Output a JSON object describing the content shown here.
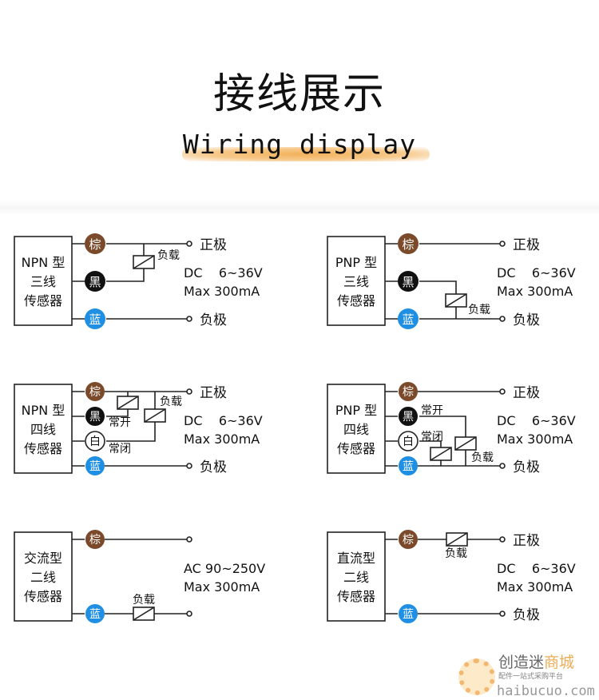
{
  "header": {
    "title": "接线展示",
    "subtitle": "Wiring display"
  },
  "colors": {
    "brown": "#7b4a2b",
    "black": "#111111",
    "white": "#ffffff",
    "blue": "#1e8fe2",
    "accent": "#f3b15a"
  },
  "wire_labels": {
    "brown": "棕",
    "black": "黑",
    "white": "白",
    "blue": "蓝"
  },
  "common": {
    "positive": "正极",
    "negative": "负极",
    "load": "负载",
    "no": "常开",
    "nc": "常闭"
  },
  "panels": [
    {
      "lines": [
        "NPN 型",
        "三线",
        "传感器"
      ],
      "spec1": "DC    6~36V",
      "spec2": "Max 300mA"
    },
    {
      "lines": [
        "PNP 型",
        "三线",
        "传感器"
      ],
      "spec1": "DC    6~36V",
      "spec2": "Max 300mA"
    },
    {
      "lines": [
        "NPN 型",
        "四线",
        "传感器"
      ],
      "spec1": "DC    6~36V",
      "spec2": "Max 300mA"
    },
    {
      "lines": [
        "PNP 型",
        "四线",
        "传感器"
      ],
      "spec1": "DC    6~36V",
      "spec2": "Max 300mA"
    },
    {
      "lines": [
        "交流型",
        "二线",
        "传感器"
      ],
      "spec1": "AC 90~250V",
      "spec2": "Max 300mA"
    },
    {
      "lines": [
        "直流型",
        "二线",
        "传感器"
      ],
      "spec1": "DC    6~36V",
      "spec2": "Max 300mA"
    }
  ],
  "watermark": {
    "name_a": "创造迷",
    "name_b": "商城",
    "slogan": "配件一站式采购平台",
    "url": "haibucuo.com"
  }
}
